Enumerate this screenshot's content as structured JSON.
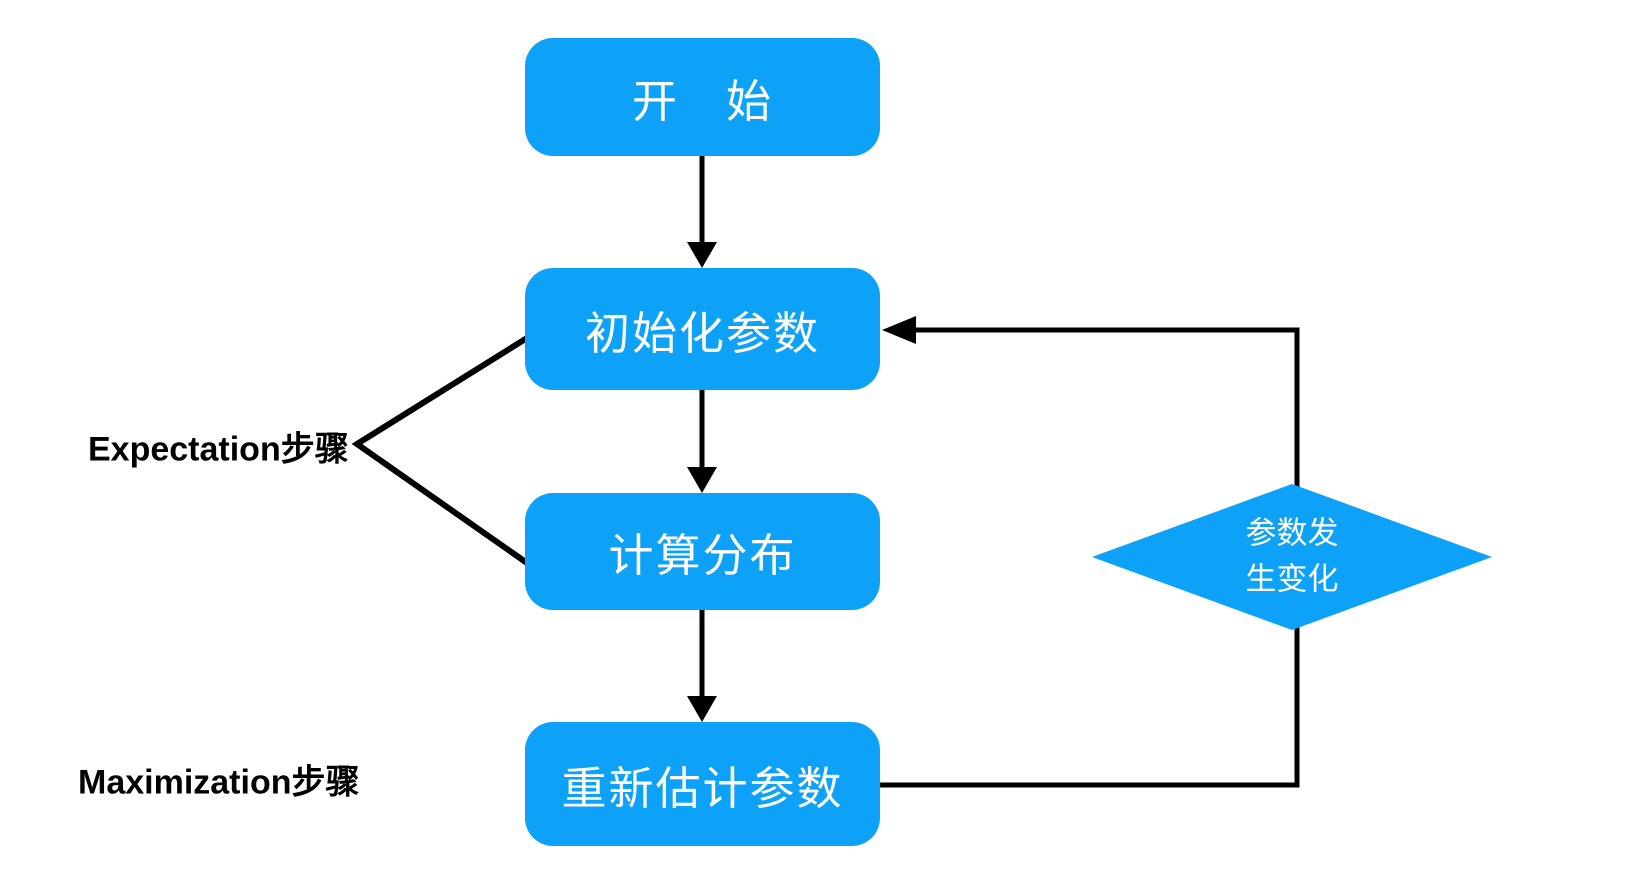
{
  "diagram": {
    "title": "EM algorithm flowchart",
    "colors": {
      "node_fill": "#0da2f7",
      "node_text": "#ffffff",
      "line": "#000000",
      "background": "#ffffff"
    },
    "nodes": {
      "start": "开　始",
      "init": "初始化参数",
      "compute": "计算分布",
      "reestimate": "重新估计参数"
    },
    "decision": {
      "line1": "参数发",
      "line2": "生变化"
    },
    "labels": {
      "expectation": "Expectation步骤",
      "maximization": "Maximization步骤"
    }
  }
}
